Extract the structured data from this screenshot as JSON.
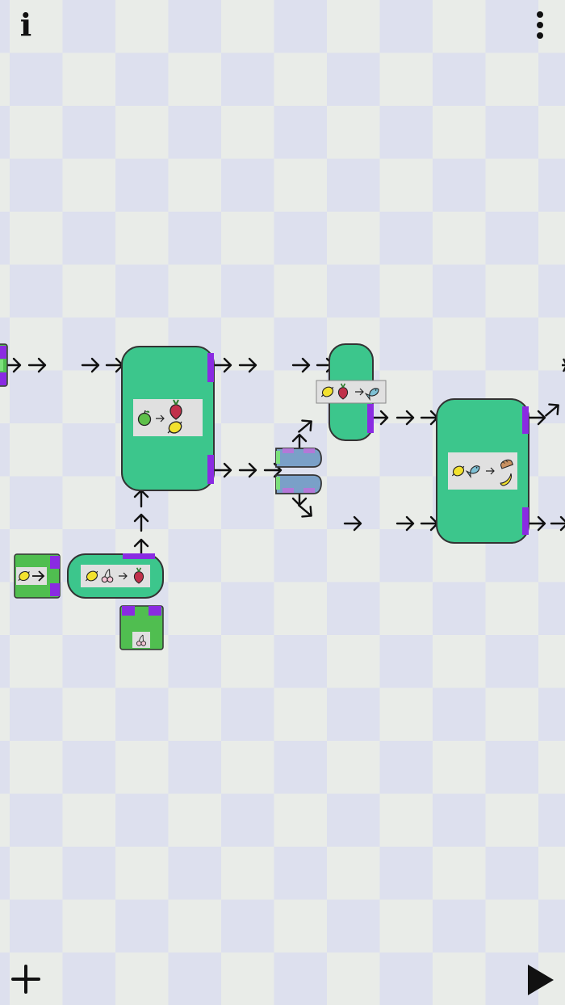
{
  "hud": {
    "info_label": "i",
    "menu_icon": "vertical-dots-icon",
    "add_icon": "plus-icon",
    "play_icon": "play-triangle-icon"
  },
  "colors": {
    "machine_fill": "#3cc68c",
    "source_fill": "#50be50",
    "splitter_fill": "#7aa0c8",
    "port_purple": "#8a2be2",
    "port_green": "#7ce07c",
    "arrow": "#111111",
    "recipe_card": "#e0e0e0"
  },
  "machines": [
    {
      "id": "machine-1",
      "recipe": {
        "inputs": [
          "green-apple"
        ],
        "outputs": [
          "beet",
          "lemon"
        ]
      }
    },
    {
      "id": "machine-2",
      "recipe": {
        "inputs": [
          "lemon",
          "cherries"
        ],
        "outputs": [
          "beet"
        ]
      }
    },
    {
      "id": "machine-3",
      "recipe": {
        "inputs": [
          "lemon",
          "beet"
        ],
        "outputs": [
          "fish"
        ]
      }
    },
    {
      "id": "machine-4",
      "recipe": {
        "inputs": [
          "lemon",
          "fish"
        ],
        "outputs": [
          "bread",
          "banana"
        ]
      }
    }
  ],
  "sources": [
    {
      "id": "source-1",
      "item": "lemon"
    },
    {
      "id": "source-2",
      "item": "cherries"
    }
  ],
  "splitters": [
    {
      "id": "splitter-1"
    }
  ]
}
